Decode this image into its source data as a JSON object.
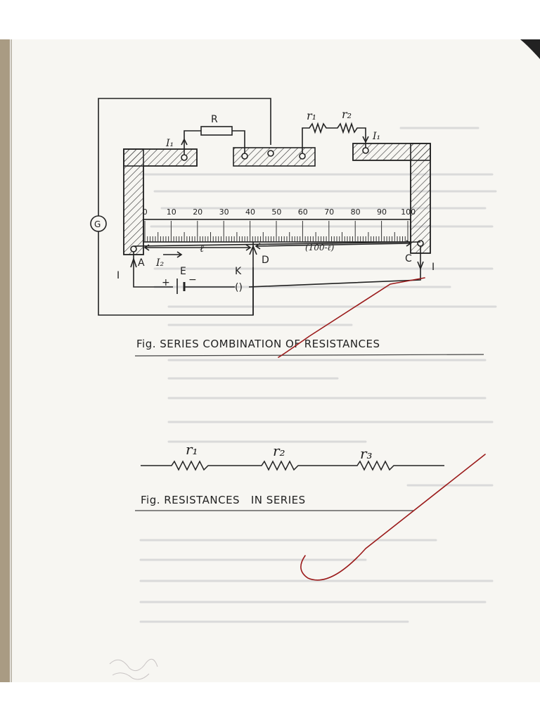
{
  "colors": {
    "paper": "#f7f6f2",
    "ink": "#222222",
    "ghost": "#d8d8d8",
    "check": "#9b1b1b"
  },
  "circuit": {
    "galvanometer": "G",
    "resistor_R": "R",
    "r1": "r₁",
    "r2": "r₂",
    "current_I1_left": "I₁",
    "current_I1_right": "I₁",
    "current_I_left": "I",
    "current_I_right": "I",
    "current_I2": "I₂",
    "point_A": "A",
    "point_C": "C",
    "point_D": "D",
    "cell_E": "E",
    "key_K": "K",
    "key_symbol": "()",
    "plus": "+",
    "minus": "−",
    "length_l": "ℓ",
    "length_rest": "(100-ℓ)",
    "scale_ticks": [
      "0",
      "10",
      "20",
      "30",
      "40",
      "50",
      "60",
      "70",
      "80",
      "90",
      "100"
    ]
  },
  "captions": {
    "series_combination": "Fig. SERIES COMBINATION OF RESISTANCES",
    "resistances_in_series": "Fig. RESISTANCES   IN SERIES"
  },
  "series_diagram": {
    "r1": "r₁",
    "r2": "r₂",
    "r3": "r₃"
  }
}
